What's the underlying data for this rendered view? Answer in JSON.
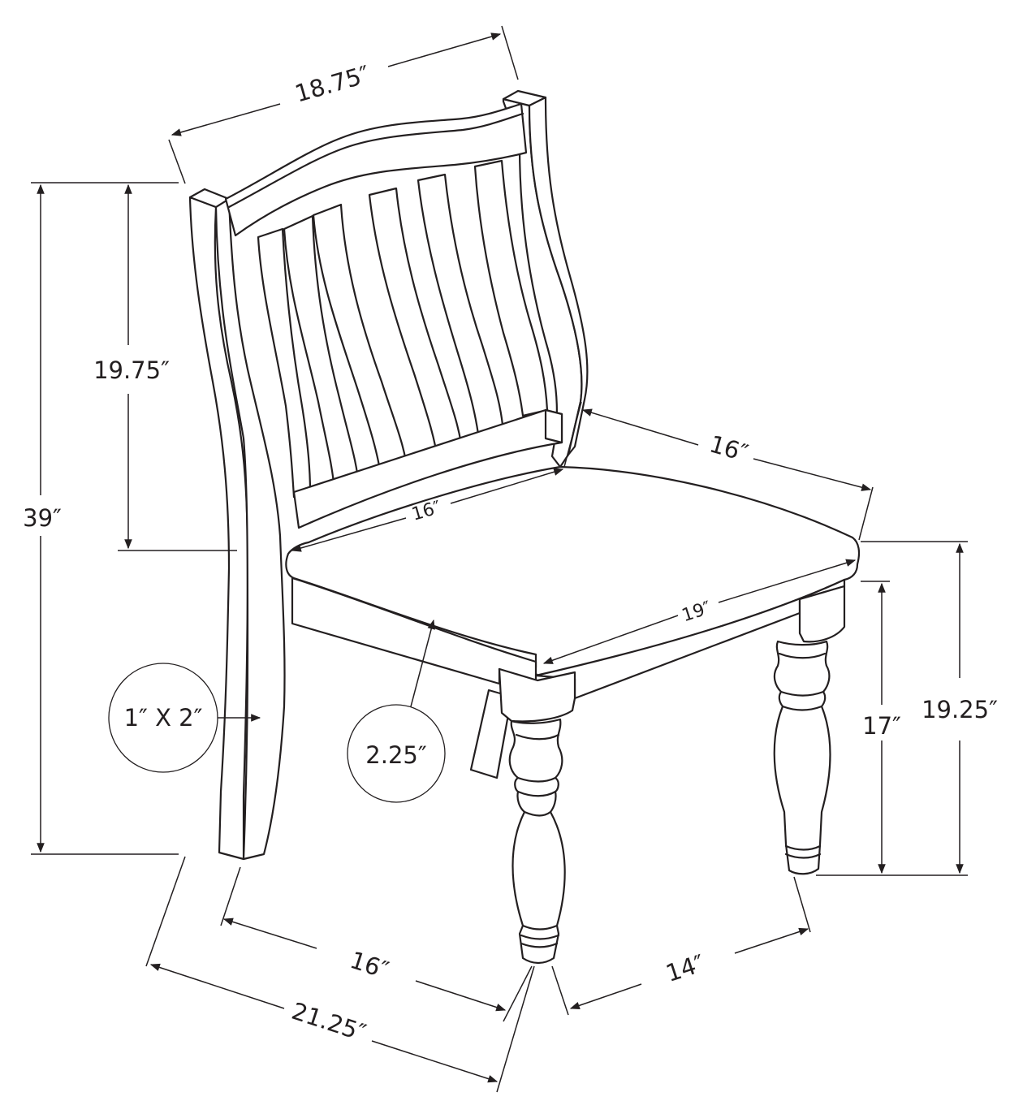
{
  "dimensions": {
    "top_width": "18.75″",
    "back_height": "19.75″",
    "total_height": "39″",
    "seat_depth_side": "16″",
    "seat_back_width": "16″",
    "seat_front_width": "19″",
    "seat_height_front": "19.25″",
    "leg_height": "17″",
    "base_depth": "16″",
    "overall_depth": "21.25″",
    "base_width": "14″"
  },
  "callouts": {
    "back_post_size": "1″ X 2″",
    "seat_thickness": "2.25″"
  }
}
